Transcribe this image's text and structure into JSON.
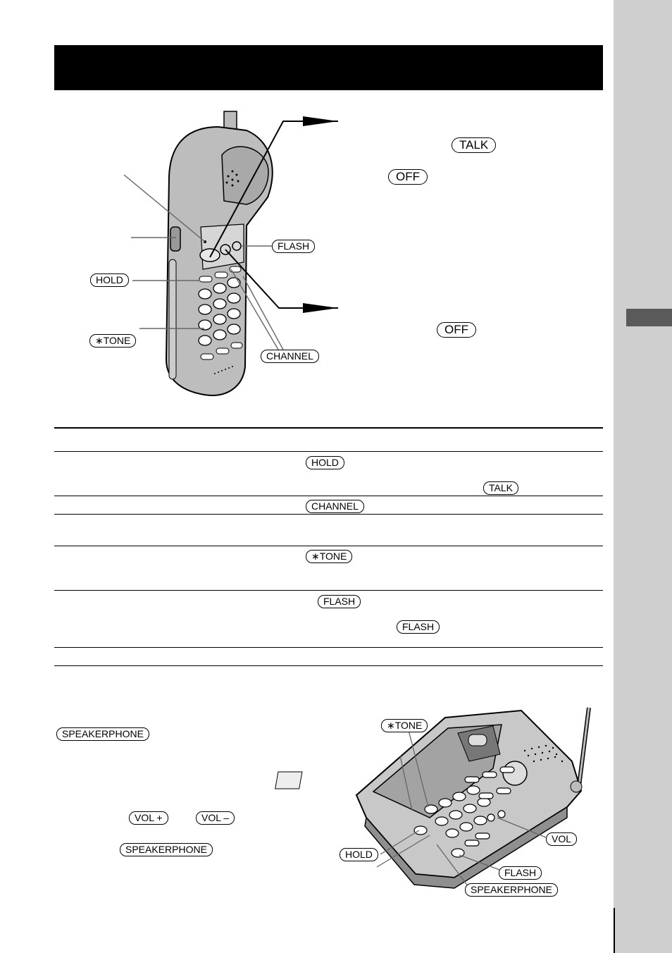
{
  "keys": {
    "talk": "TALK",
    "off": "OFF",
    "flash": "FLASH",
    "hold": "HOLD",
    "tone": "∗TONE",
    "channel": "CHANNEL",
    "speakerphone": "SPEAKERPHONE",
    "vol_plus": "VOL +",
    "vol_minus": "VOL –",
    "vol": "VOL"
  }
}
